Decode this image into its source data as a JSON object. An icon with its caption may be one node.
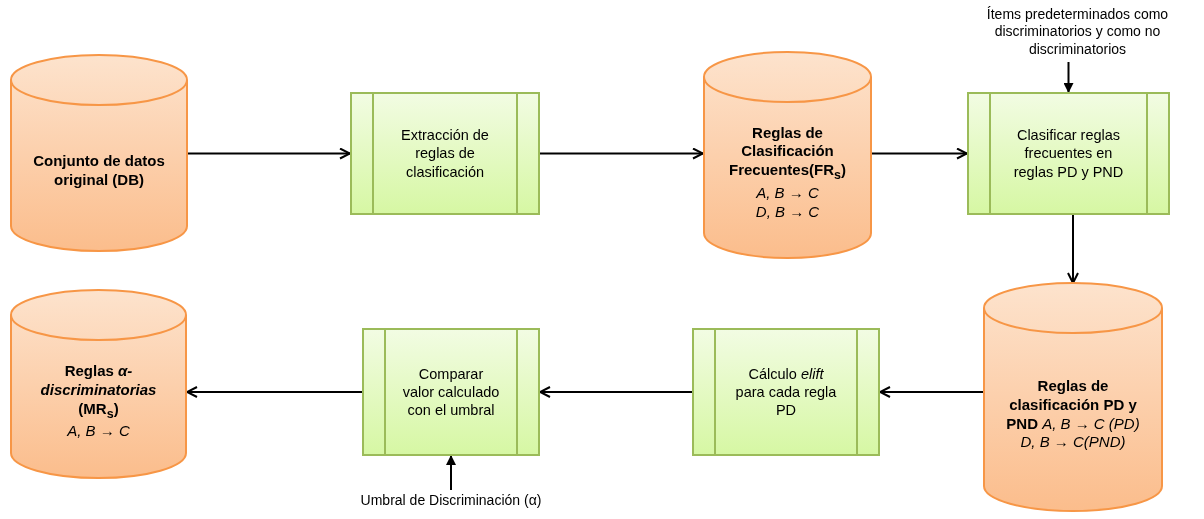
{
  "diagram": {
    "nodes": [
      {
        "text": [
          "Conjunto de datos original (DB)"
        ]
      },
      {
        "text": [
          "Extracción de reglas de clasificación"
        ]
      },
      {
        "text": [
          "Reglas de Clasificación Frecuentes(FR$_{s}$)",
          "A, B → C",
          "D, B → C"
        ]
      },
      {
        "text": [
          "Clasificar reglas frecuentes en reglas PD y PND"
        ]
      },
      {
        "text": [
          "Ítems predeterminados como discriminatorios y como no discriminatorios"
        ]
      },
      {
        "text": [
          "**Reglas de clasificación PD y PND** *A, B → C (PD)*",
          "D, B → C(PND)"
        ]
      },
      {
        "text": [
          "Cálculo *elift* para cada regla PD"
        ]
      },
      {
        "text": [
          "Comparar valor calculado con el umbral"
        ]
      },
      {
        "text": [
          "Umbral de Discriminación (α)"
        ]
      },
      {
        "text": [
          "Reglas *α-discriminatorias* (MR$_{s}$)",
          "A, B → C"
        ]
      }
    ],
    "edges": [
      {
        "from": 0,
        "to": 1,
        "arrow": "to"
      },
      {
        "from": 1,
        "to": 2,
        "arrow": "to"
      },
      {
        "from": 2,
        "to": 3,
        "arrow": "to"
      },
      {
        "from": 4,
        "to": 3,
        "arrow": "to"
      },
      {
        "from": 3,
        "to": 5,
        "arrow": "to"
      },
      {
        "from": 5,
        "to": 6,
        "arrow": "to"
      },
      {
        "from": 6,
        "to": 7,
        "arrow": "to"
      },
      {
        "from": 8,
        "to": 7,
        "arrow": "to"
      },
      {
        "from": 7,
        "to": 9,
        "arrow": "to"
      }
    ]
  }
}
